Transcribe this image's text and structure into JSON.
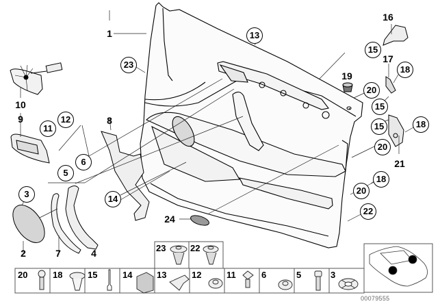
{
  "title": "Door trim panel, front — exploded parts diagram",
  "callouts": {
    "plain": [
      {
        "id": "c1",
        "label": "1"
      },
      {
        "id": "c10",
        "label": "10"
      },
      {
        "id": "c9",
        "label": "9"
      },
      {
        "id": "c8",
        "label": "8"
      },
      {
        "id": "c2",
        "label": "2"
      },
      {
        "id": "c7",
        "label": "7"
      },
      {
        "id": "c4",
        "label": "4"
      },
      {
        "id": "c16",
        "label": "16"
      },
      {
        "id": "c17",
        "label": "17"
      },
      {
        "id": "c19",
        "label": "19"
      },
      {
        "id": "c21",
        "label": "21"
      },
      {
        "id": "c24",
        "label": "24"
      }
    ],
    "circled": [
      {
        "id": "c13",
        "label": "13"
      },
      {
        "id": "c23",
        "label": "23"
      },
      {
        "id": "c11",
        "label": "11"
      },
      {
        "id": "c12",
        "label": "12"
      },
      {
        "id": "c6",
        "label": "6"
      },
      {
        "id": "c5",
        "label": "5"
      },
      {
        "id": "c3",
        "label": "3"
      },
      {
        "id": "c14",
        "label": "14"
      },
      {
        "id": "c15a",
        "label": "15"
      },
      {
        "id": "c18a",
        "label": "18"
      },
      {
        "id": "c20a",
        "label": "20"
      },
      {
        "id": "c15b",
        "label": "15"
      },
      {
        "id": "c15c",
        "label": "15"
      },
      {
        "id": "c18b",
        "label": "18"
      },
      {
        "id": "c20b",
        "label": "20"
      },
      {
        "id": "c18c",
        "label": "18"
      },
      {
        "id": "c20c",
        "label": "20"
      },
      {
        "id": "c22",
        "label": "22"
      }
    ]
  },
  "fastener_table": {
    "upper_row": [
      {
        "label": "23",
        "part": "trim clip (large)"
      },
      {
        "label": "22",
        "part": "trim clip"
      }
    ],
    "lower_row": [
      {
        "label": "20",
        "part": "screw"
      },
      {
        "label": "18",
        "part": "expanding rivet"
      },
      {
        "label": "15",
        "part": "pin"
      },
      {
        "label": "14",
        "part": "clip block"
      },
      {
        "label": "13",
        "part": "clip"
      },
      {
        "label": "12",
        "part": "nut"
      },
      {
        "label": "11",
        "part": "bolt"
      },
      {
        "label": "6",
        "part": "hex nut"
      },
      {
        "label": "5",
        "part": "hex bolt"
      },
      {
        "label": "3",
        "part": "spring washer"
      }
    ]
  },
  "locator": {
    "part": "car locator view",
    "markers": 2
  },
  "reference_number": "00079555"
}
